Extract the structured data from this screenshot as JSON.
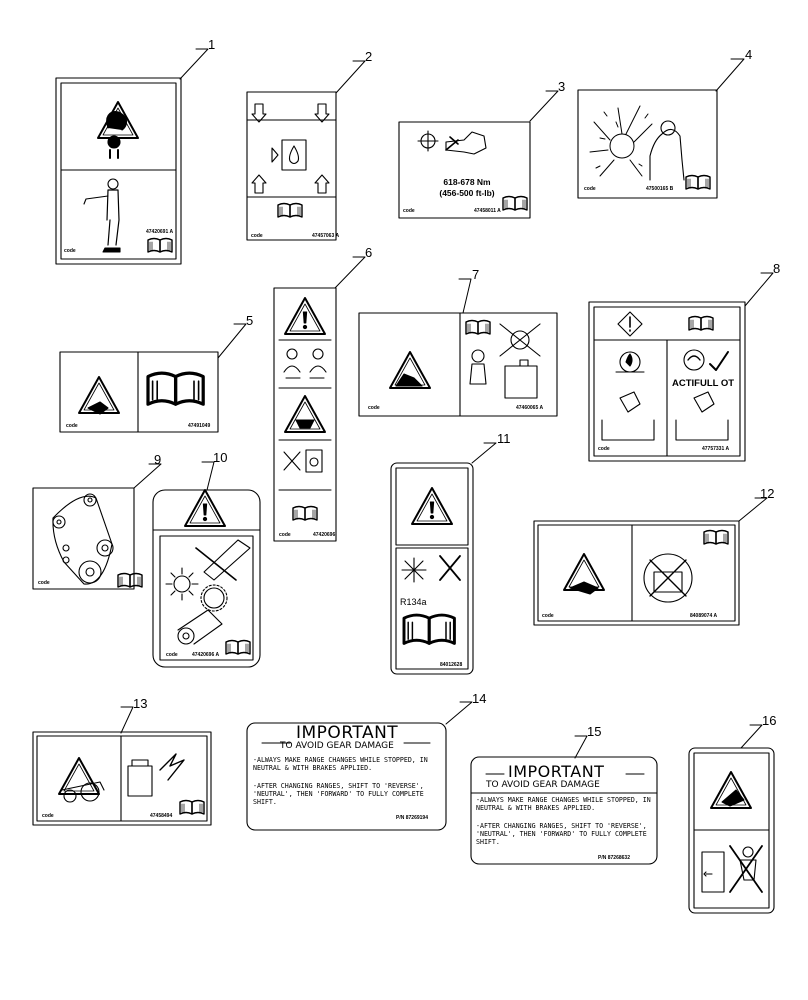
{
  "callouts": [
    "1",
    "2",
    "3",
    "4",
    "5",
    "6",
    "7",
    "8",
    "9",
    "10",
    "11",
    "12",
    "13",
    "14",
    "15",
    "16"
  ],
  "decals": {
    "d1": {
      "code": "code",
      "part": "47420691 A"
    },
    "d2": {
      "code": "code",
      "part": "47457063 A"
    },
    "d3": {
      "code": "code",
      "part": "47458011 A",
      "torque_nm": "618-678 Nm",
      "torque_ftlb": "(456-500 ft-lb)"
    },
    "d4": {
      "code": "code",
      "part": "47500165 B"
    },
    "d5": {
      "code": "code",
      "part": "47491049"
    },
    "d6": {
      "code": "code",
      "part": "47420696"
    },
    "d7": {
      "code": "code",
      "part": "47460065 A"
    },
    "d8": {
      "code": "code",
      "part": "47757331 A",
      "oil_label": "ACTIFULL OT"
    },
    "d9": {
      "code": "code"
    },
    "d10": {
      "code": "code",
      "part": "47420696 A"
    },
    "d11": {
      "refrigerant": "R134a",
      "part": "84012628"
    },
    "d12": {
      "code": "code",
      "part": "84089074 A"
    },
    "d13": {
      "code": "code",
      "part": "47458494"
    },
    "d14": {
      "title": "IMPORTANT",
      "subtitle": "TO AVOID GEAR DAMAGE",
      "items": [
        "-ALWAYS MAKE RANGE CHANGES WHILE STOPPED, IN NEUTRAL & WITH BRAKES APPLIED.",
        "-AFTER CHANGING RANGES, SHIFT TO 'REVERSE', 'NEUTRAL', THEN 'FORWARD' TO FULLY COMPLETE SHIFT."
      ],
      "pn": "P/N 87269194"
    },
    "d15": {
      "title": "IMPORTANT",
      "subtitle": "TO AVOID GEAR DAMAGE",
      "items": [
        "-ALWAYS MAKE RANGE CHANGES WHILE STOPPED, IN NEUTRAL & WITH BRAKES APPLIED.",
        "-AFTER CHANGING RANGES, SHIFT TO 'REVERSE', 'NEUTRAL', THEN 'FORWARD' TO FULLY COMPLETE SHIFT."
      ],
      "pn": "P/N 87268632"
    }
  },
  "icons": [
    "warning-triangle-icon",
    "manual-book-icon",
    "arrow-down-icon",
    "arrow-up-icon",
    "oil-drop-icon",
    "wrench-icon",
    "explosion-icon",
    "hand-icon",
    "person-icon",
    "snowflake-icon",
    "tools-icon",
    "check-icon",
    "no-entry-icon",
    "engine-icon",
    "belt-pulley-icon",
    "gear-icon"
  ]
}
